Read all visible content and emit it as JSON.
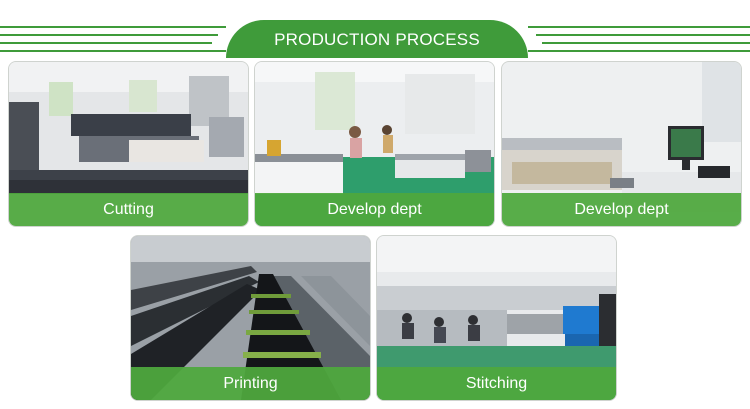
{
  "header": {
    "title": "PRODUCTION PROCESS"
  },
  "cards": [
    {
      "label": "Cutting"
    },
    {
      "label": "Develop dept"
    },
    {
      "label": "Develop dept"
    },
    {
      "label": "Printing"
    },
    {
      "label": "Stitching"
    }
  ],
  "colors": {
    "accent": "#3f9b3a",
    "label_bar": "#4fa83e",
    "background": "#ffffff"
  }
}
